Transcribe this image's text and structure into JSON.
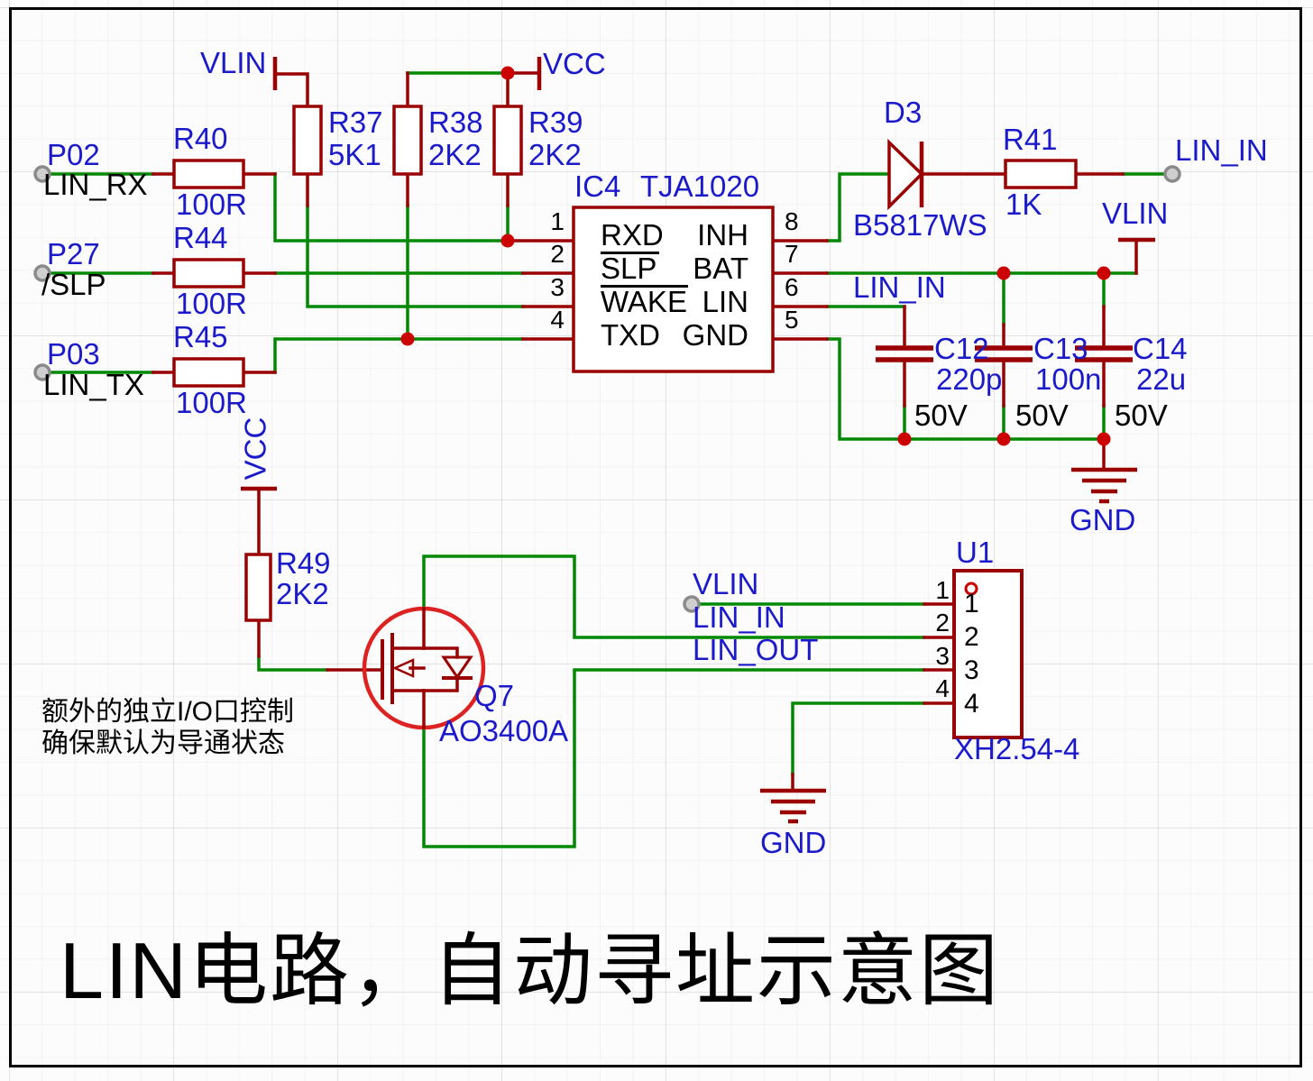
{
  "title": "LIN电路，自动寻址示意图",
  "annotation": {
    "line1": "额外的独立I/O口控制",
    "line2": "确保默认为导通状态"
  },
  "ports": {
    "p02": {
      "pin": "P02",
      "net": "LIN_RX"
    },
    "p27": {
      "pin": "P27",
      "net": "/SLP"
    },
    "p03": {
      "pin": "P03",
      "net": "LIN_TX"
    },
    "lin_in": {
      "net": "LIN_IN"
    }
  },
  "power": {
    "vlin_top": "VLIN",
    "vcc_top": "VCC",
    "vlin_right": "VLIN",
    "vcc_r49": "VCC",
    "gnd_caps": "GND",
    "gnd_u1": "GND"
  },
  "nets": {
    "lin_in_wire": "LIN_IN",
    "u1_pin1": "VLIN",
    "u1_pin2": "LIN_IN",
    "u1_pin3": "LIN_OUT"
  },
  "resistors": {
    "r40": {
      "ref": "R40",
      "value": "100R"
    },
    "r44": {
      "ref": "R44",
      "value": "100R"
    },
    "r45": {
      "ref": "R45",
      "value": "100R"
    },
    "r37": {
      "ref": "R37",
      "value": "5K1"
    },
    "r38": {
      "ref": "R38",
      "value": "2K2"
    },
    "r39": {
      "ref": "R39",
      "value": "2K2"
    },
    "r41": {
      "ref": "R41",
      "value": "1K"
    },
    "r49": {
      "ref": "R49",
      "value": "2K2"
    }
  },
  "capacitors": {
    "c12": {
      "ref": "C12",
      "value": "220p",
      "voltage": "50V"
    },
    "c13": {
      "ref": "C13",
      "value": "100n",
      "voltage": "50V"
    },
    "c14": {
      "ref": "C14",
      "value": "22u",
      "voltage": "50V"
    }
  },
  "diode": {
    "ref": "D3",
    "part": "B5817WS"
  },
  "ic": {
    "ref": "IC4",
    "part": "TJA1020",
    "pins_left": [
      {
        "num": "1",
        "label": "RXD"
      },
      {
        "num": "2",
        "label": "SLP"
      },
      {
        "num": "3",
        "label": "WAKE"
      },
      {
        "num": "4",
        "label": "TXD"
      }
    ],
    "pins_right": [
      {
        "num": "8",
        "label": "INH"
      },
      {
        "num": "7",
        "label": "BAT"
      },
      {
        "num": "6",
        "label": "LIN"
      },
      {
        "num": "5",
        "label": "GND"
      }
    ]
  },
  "mosfet": {
    "ref": "Q7",
    "part": "AO3400A"
  },
  "connector": {
    "ref": "U1",
    "part": "XH2.54-4",
    "pins": [
      "1",
      "2",
      "3",
      "4"
    ]
  },
  "colors": {
    "wire": "#008800",
    "symbol": "#9a0000",
    "junction": "#cc0000",
    "mosfet_circle": "#dd2222",
    "label_blue": "#1b1acb",
    "text_black": "#000000",
    "pad_gray": "#8a8a8a"
  }
}
